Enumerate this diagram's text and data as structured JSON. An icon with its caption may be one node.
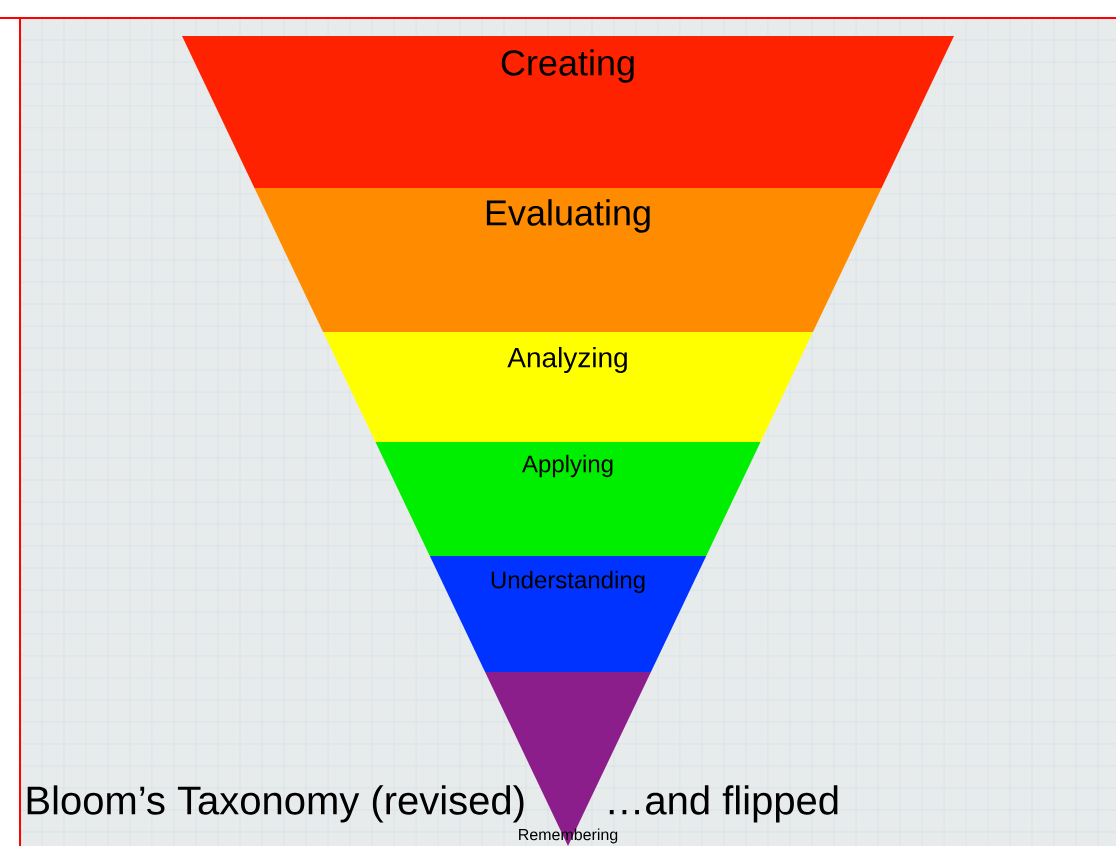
{
  "diagram": {
    "nodes": [
      {
        "text": [
          "Creating"
        ]
      },
      {
        "text": [
          "Evaluating"
        ]
      },
      {
        "text": [
          "Analyzing"
        ]
      },
      {
        "text": [
          "Applying"
        ]
      },
      {
        "text": [
          "Understanding"
        ]
      },
      {
        "text": [
          "Remembering"
        ]
      }
    ],
    "labels": [
      "Bloom’s Taxonomy (revised)",
      "…and flipped"
    ]
  }
}
